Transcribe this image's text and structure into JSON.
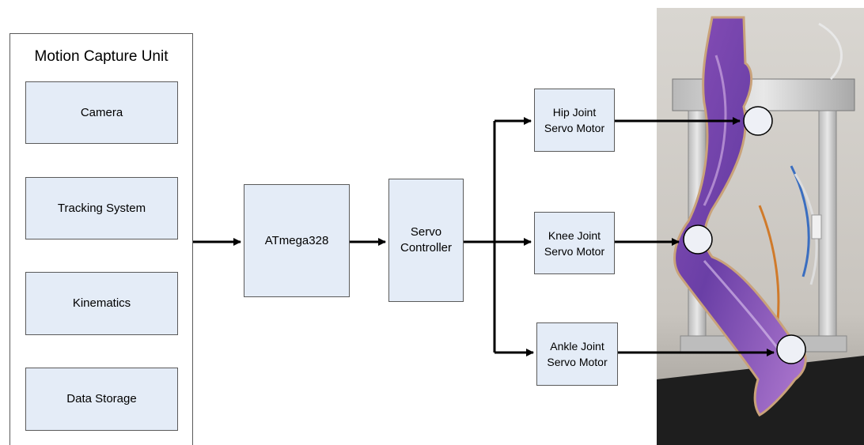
{
  "motion_capture_unit": {
    "title": "Motion Capture Unit",
    "items": [
      "Camera",
      "Tracking System",
      "Kinematics",
      "Data Storage"
    ]
  },
  "microcontroller": {
    "label": "ATmega328"
  },
  "servo_controller": {
    "lines": [
      "Servo",
      "Controller"
    ]
  },
  "servos": [
    {
      "lines": [
        "Hip Joint",
        "Servo Motor"
      ]
    },
    {
      "lines": [
        "Knee Joint",
        "Servo Motor"
      ]
    },
    {
      "lines": [
        "Ankle Joint",
        "Servo Motor"
      ]
    }
  ],
  "colors": {
    "box_fill": "#e4ecf7",
    "box_border": "#5a5a5a",
    "arrow": "#000000"
  }
}
